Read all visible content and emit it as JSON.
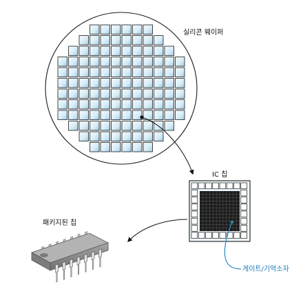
{
  "labels": {
    "wafer": "실리콘 웨이퍼",
    "ic_chip": "IC 칩",
    "packaged_chip": "패키지된 칩",
    "gate": "게이트/기억소자"
  },
  "colors": {
    "cell_fill_light": "#eef7fc",
    "cell_fill_dark": "#a9d3ea",
    "outline": "#1a1a1a",
    "die_core": "#1c1c1c",
    "gate_line": "#2a8ac4",
    "package_body": "#8c8c8c",
    "package_top": "#b3b3b3",
    "pin": "#d8d8d8"
  }
}
